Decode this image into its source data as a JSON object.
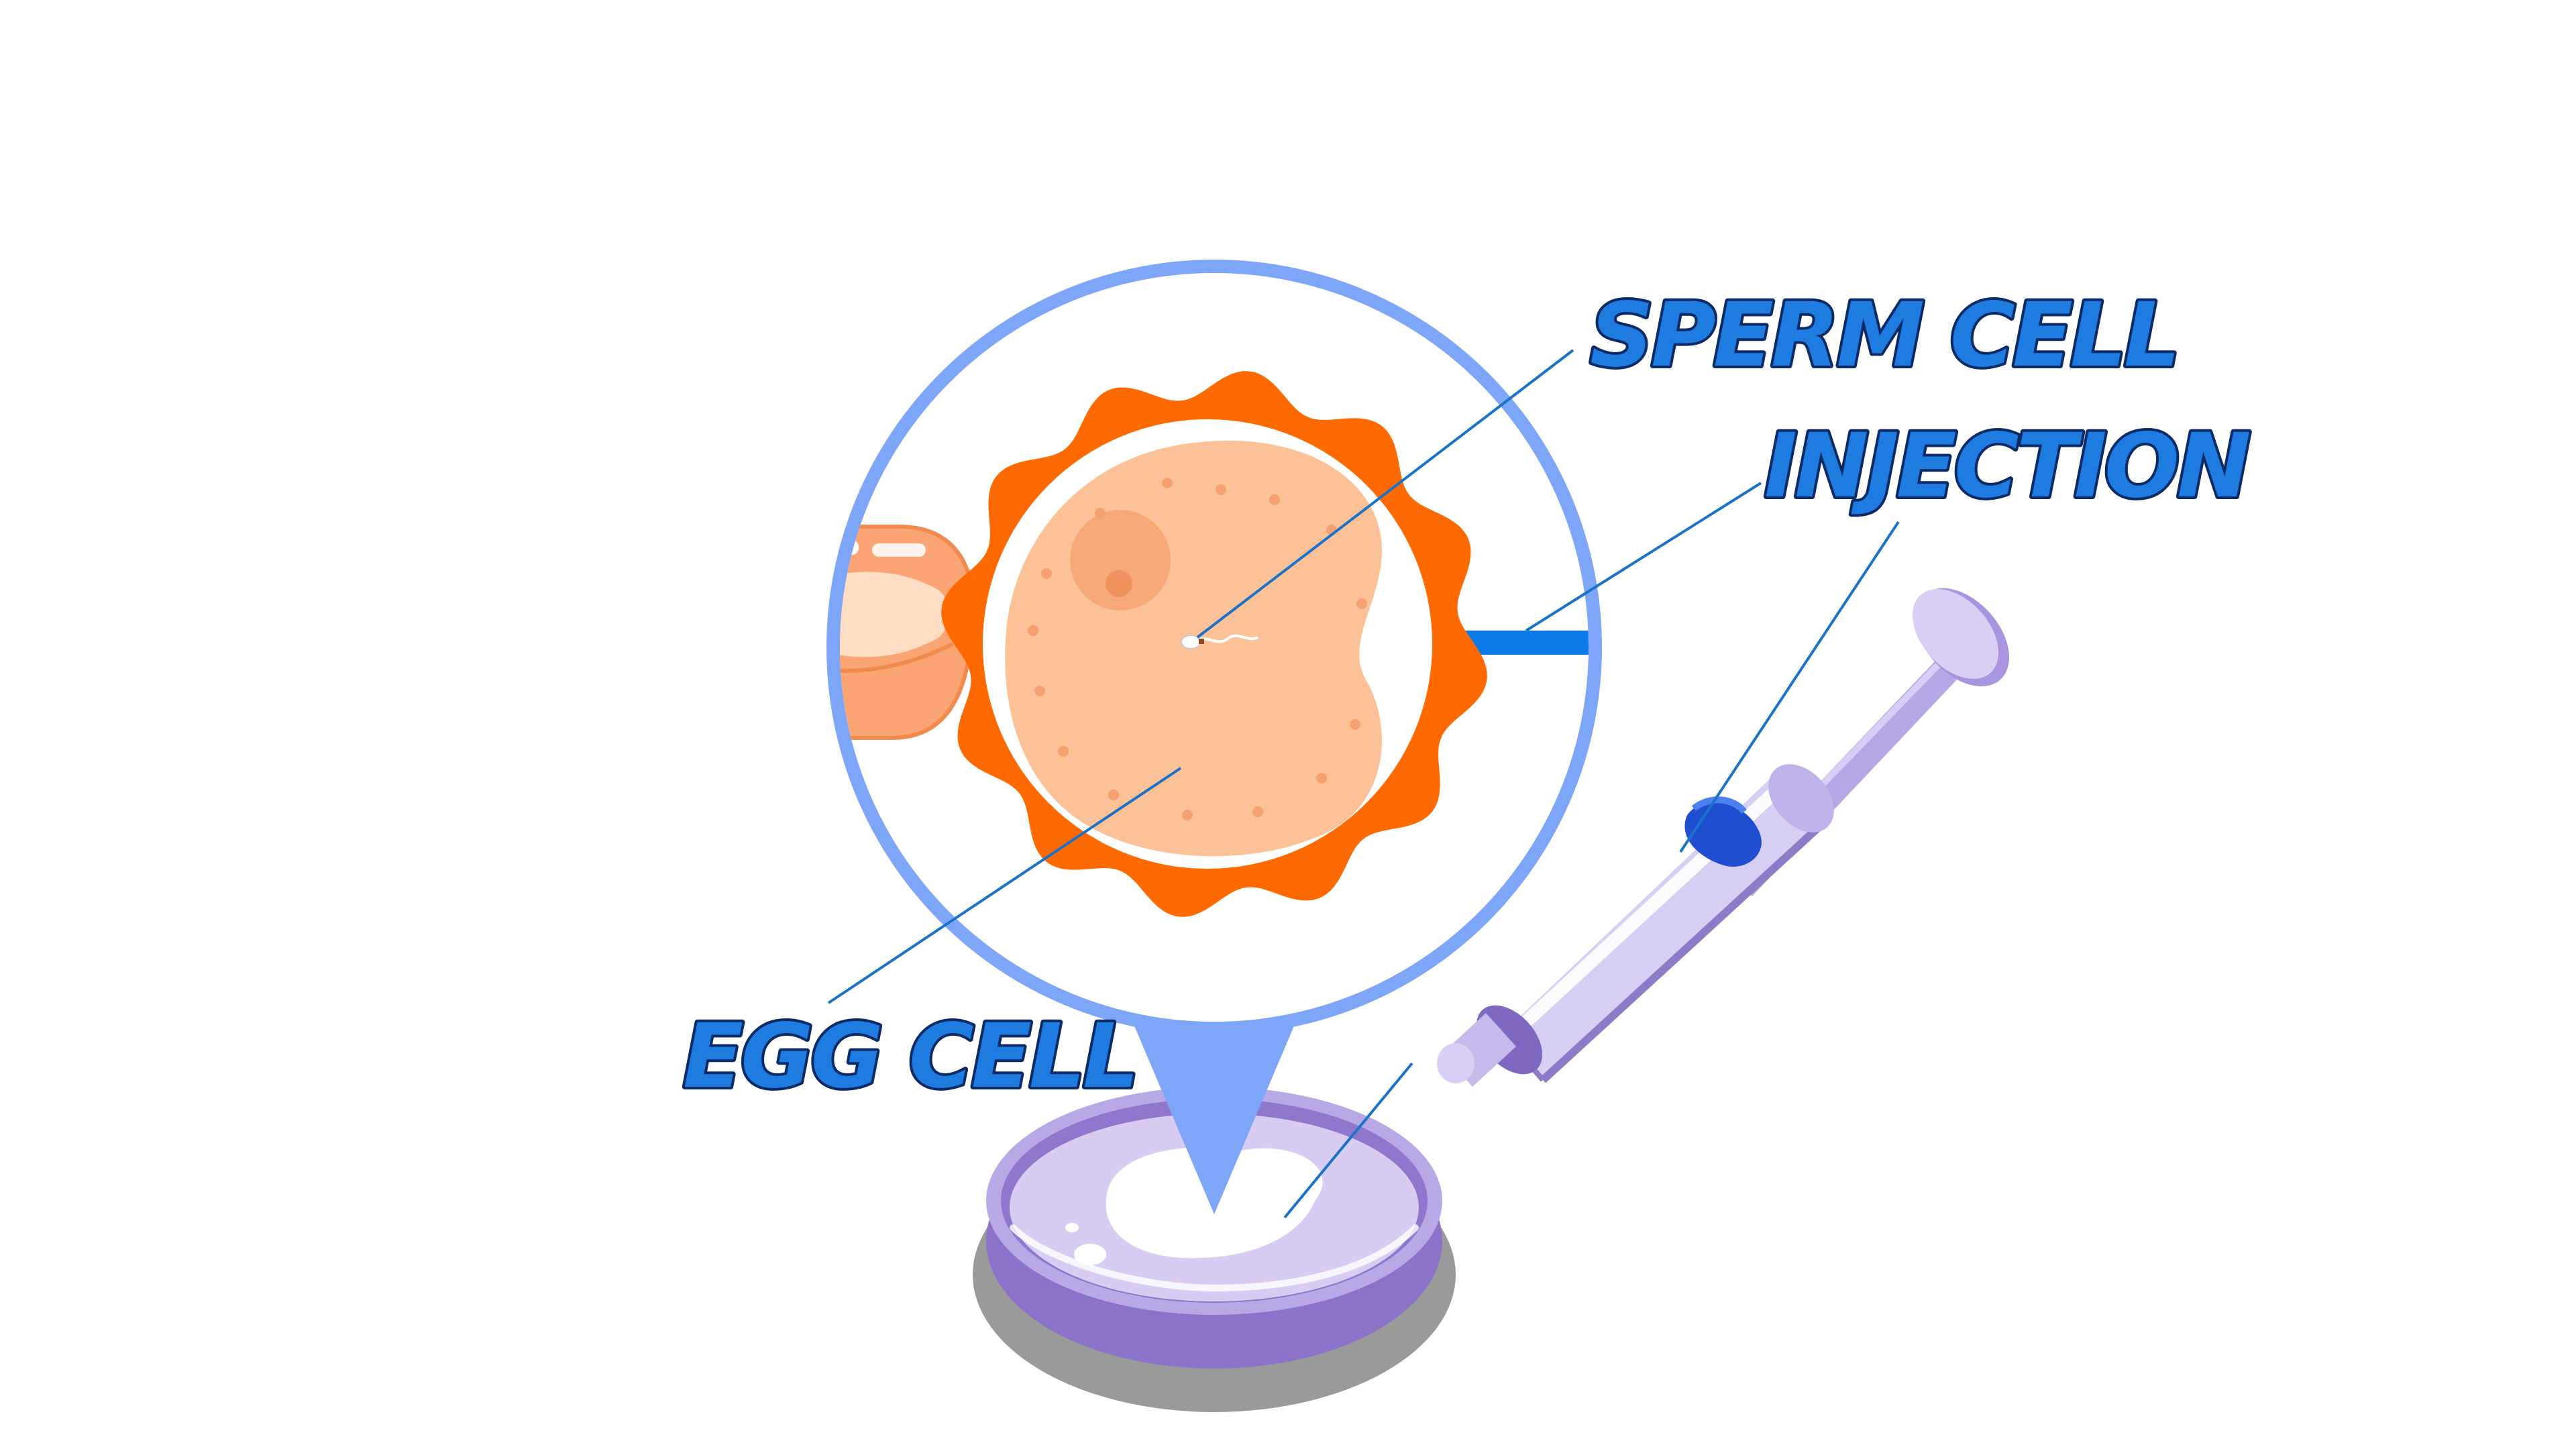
{
  "labels": {
    "sperm_cell": "SPERM CELL",
    "injection": "INJECTION",
    "egg_cell": "EGG CELL"
  },
  "colors": {
    "magnifier_ring": "#7ea6f8",
    "egg_membrane": "#ff6a00",
    "egg_cytoplasm": "#fdc197",
    "egg_nucleus": "#f7a878",
    "holding_pipette": "#fba574",
    "injection_needle": "#0a7ae6",
    "label_fill": "#1e7be0",
    "label_outline": "#0b2a66",
    "dish_purple": "#8b73c9",
    "dish_lavender": "#cec3ee",
    "syringe_barrel": "#d8d0f3",
    "syringe_plunger_tip": "#1f4fd0"
  },
  "icons": {
    "dish": "petri-dish-icon",
    "syringe": "syringe-icon",
    "pipette": "holding-pipette-icon"
  }
}
